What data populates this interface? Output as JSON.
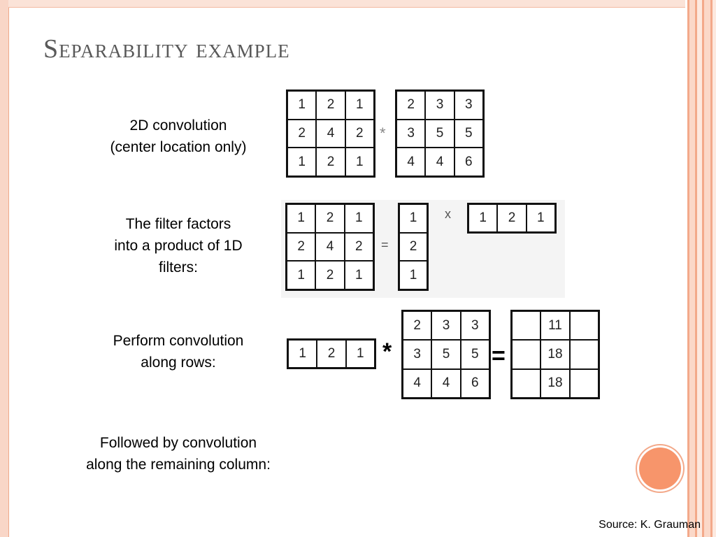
{
  "slide": {
    "title": "Separability example",
    "source": "Source: K. Grauman"
  },
  "labels": {
    "conv2d_line1": "2D convolution",
    "conv2d_line2": "(center location only)",
    "factor_line1": "The filter factors",
    "factor_line2": "into a product of 1D",
    "factor_line3": "filters:",
    "rows_line1": "Perform convolution",
    "rows_line2": "along rows:",
    "col_line1": "Followed by convolution",
    "col_line2": "along the remaining column:"
  },
  "operators": {
    "convolve_small": "*",
    "equals_small": "=",
    "times": "x",
    "convolve": "*",
    "equals": "="
  },
  "matrices": {
    "filter": [
      [
        "1",
        "2",
        "1"
      ],
      [
        "2",
        "4",
        "2"
      ],
      [
        "1",
        "2",
        "1"
      ]
    ],
    "image": [
      [
        "2",
        "3",
        "3"
      ],
      [
        "3",
        "5",
        "5"
      ],
      [
        "4",
        "4",
        "6"
      ]
    ],
    "column": [
      [
        "1"
      ],
      [
        "2"
      ],
      [
        "1"
      ]
    ],
    "row": [
      [
        "1",
        "2",
        "1"
      ]
    ],
    "result": [
      [
        "",
        "11",
        ""
      ],
      [
        "",
        "18",
        ""
      ],
      [
        "",
        "18",
        ""
      ]
    ]
  },
  "colors": {
    "border_accent": "#f3a98a",
    "circle": "#f7956b",
    "title": "#595959"
  }
}
